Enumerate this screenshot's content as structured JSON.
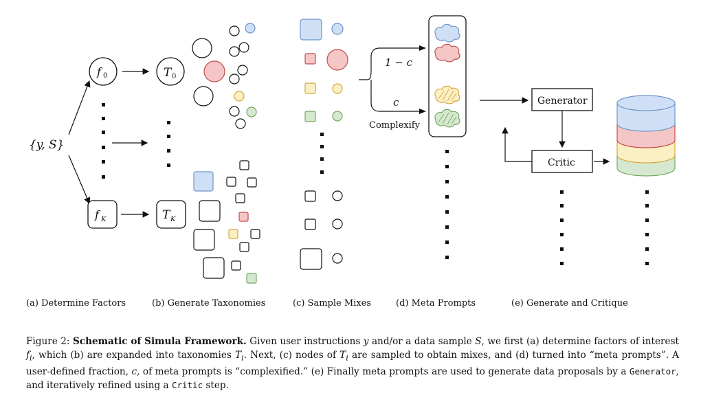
{
  "diagram": {
    "input_label": "{y, S}",
    "factor_first": "f",
    "factor_first_sub": "0",
    "factor_last": "f",
    "factor_last_sub": "K",
    "tax_first": "T",
    "tax_first_sub": "0",
    "tax_last": "T",
    "tax_last_sub": "K",
    "branch_top_label": "1 − c",
    "branch_bottom_label": "c",
    "complexify_label": "Complexify",
    "generator_label": "Generator",
    "critic_label": "Critic",
    "colors": {
      "blue_fill": "#cfe0f6",
      "blue_stroke": "#6f93c8",
      "red_fill": "#f4c6c6",
      "red_stroke": "#c44a4a",
      "yellow_fill": "#fbefc4",
      "yellow_stroke": "#d6a73c",
      "green_fill": "#d6e8cf",
      "green_stroke": "#74a85f"
    }
  },
  "subcaptions": {
    "a": "(a) Determine Factors",
    "b": "(b) Generate Taxonomies",
    "c": "(c) Sample Mixes",
    "d": "(d) Meta Prompts",
    "e": "(e) Generate and Critique"
  },
  "caption": {
    "figure_label": "Figure 2:",
    "title": "Schematic of Simula Framework.",
    "t1": "Given user instructions ",
    "y": "y",
    "t2": " and/or a data sample ",
    "S": "S",
    "t3": ", we first (a) determine factors of interest ",
    "fi": "f",
    "fi_sub": "i",
    "t4": ", which (b) are expanded into taxonomies ",
    "Ti": "T",
    "Ti_sub": "i",
    "t5": ". Next, (c) nodes of ",
    "Ti2": "T",
    "Ti2_sub": "i",
    "t6": " are sampled to obtain mixes, and (d) turned into “meta prompts”. A user-defined fraction, ",
    "c": "c",
    "t7": ", of meta prompts is “complexified.” (e) Finally meta prompts are used to generate data proposals by a ",
    "generator": "Generator",
    "t8": ", and iteratively refined using a ",
    "critic": "Critic",
    "t9": " step."
  }
}
